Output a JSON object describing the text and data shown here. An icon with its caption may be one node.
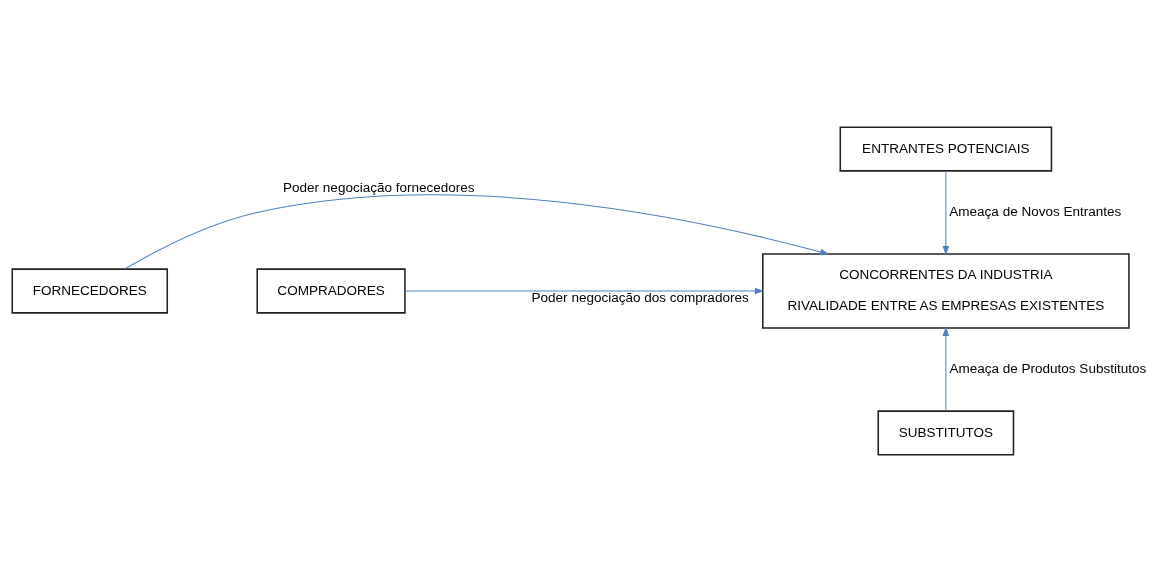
{
  "diagram": {
    "nodes": [
      {
        "text": [
          "ENTRANTES POTENCIAIS"
        ]
      },
      {
        "text": [
          "FORNECEDORES"
        ]
      },
      {
        "text": [
          "CONCORRENTES DA INDUSTRIA",
          "RIVALIDADE ENTRE AS EMPRESAS EXISTENTES"
        ]
      },
      {
        "text": [
          "COMPRADORES"
        ]
      },
      {
        "text": [
          "SUBSTITUTOS"
        ]
      }
    ],
    "edges": [
      {
        "from": 0,
        "to": 2,
        "arrow": "to",
        "label": "Ameaça de Novos Entrantes"
      },
      {
        "from": 1,
        "to": 2,
        "arrow": "to",
        "label": "Poder negociação fornecedores"
      },
      {
        "from": 3,
        "to": 2,
        "arrow": "to",
        "label": "Poder negociação dos compradores"
      },
      {
        "from": 4,
        "to": 2,
        "arrow": "to",
        "label": "Ameaça de Produtos Substitutos"
      }
    ]
  }
}
